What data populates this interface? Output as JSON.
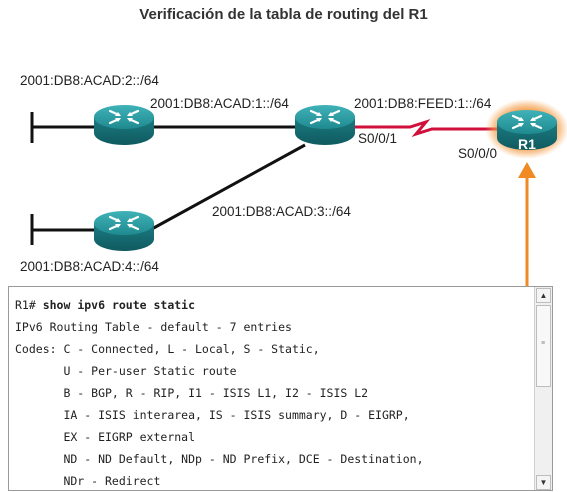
{
  "title": "Verificación de la tabla de routing del R1",
  "networks": {
    "lan2": "2001:DB8:ACAD:2::/64",
    "link1": "2001:DB8:ACAD:1::/64",
    "serial_net": "2001:DB8:FEED:1::/64",
    "link3": "2001:DB8:ACAD:3::/64",
    "lan4": "2001:DB8:ACAD:4::/64"
  },
  "interfaces": {
    "center_serial": "S0/0/1",
    "r1_serial": "S0/0/0"
  },
  "router_label": "R1",
  "terminal": {
    "prompt": "R1# ",
    "command": "show ipv6 route static",
    "lines": [
      "IPv6 Routing Table - default - 7 entries",
      "Codes: C - Connected, L - Local, S - Static,",
      "       U - Per-user Static route",
      "       B - BGP, R - RIP, I1 - ISIS L1, I2 - ISIS L2",
      "       IA - ISIS interarea, IS - ISIS summary, D - EIGRP,",
      "       EX - EIGRP external",
      "       ND - ND Default, NDp - ND Prefix, DCE - Destination,",
      "       NDr - Redirect"
    ]
  },
  "colors": {
    "router_teal": "#1f8a90",
    "serial_link": "#d0103a",
    "highlight": "#f08a24"
  }
}
